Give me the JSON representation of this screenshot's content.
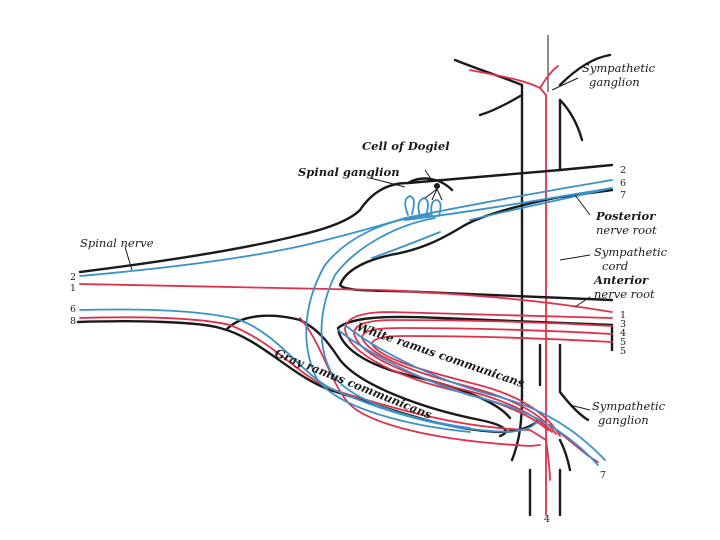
{
  "labels": {
    "sympathetic_ganglion_top_1": "Sympathetic",
    "sympathetic_ganglion_top_2": "ganglion",
    "cell_of_dogiel": "Cell of Dogiel",
    "spinal_ganglion": "Spinal ganglion",
    "posterior_root_1": "Posterior",
    "posterior_root_2": "nerve root",
    "spinal_nerve": "Spinal nerve",
    "sympathetic_cord_1": "Sympathetic",
    "sympathetic_cord_2": "cord",
    "anterior_root_1": "Anterior",
    "anterior_root_2": "nerve root",
    "white_ramus": "White ramus communicans",
    "gray_ramus": "Gray ramus communicans",
    "sympathetic_ganglion_bottom_1": "Sympathetic",
    "sympathetic_ganglion_bottom_2": "ganglion"
  },
  "numbers": {
    "posterior": [
      "2",
      "6",
      "7"
    ],
    "nerve_left_top": [
      "2",
      "1"
    ],
    "nerve_left_bottom": [
      "6",
      "8"
    ],
    "anterior": [
      "1",
      "3",
      "4",
      "5",
      "5"
    ],
    "bottom_right": "7",
    "bottom": "4"
  },
  "colors": {
    "ink": "#1a1a1a",
    "afferent": "#3a92c8",
    "efferent": "#e0304a"
  }
}
